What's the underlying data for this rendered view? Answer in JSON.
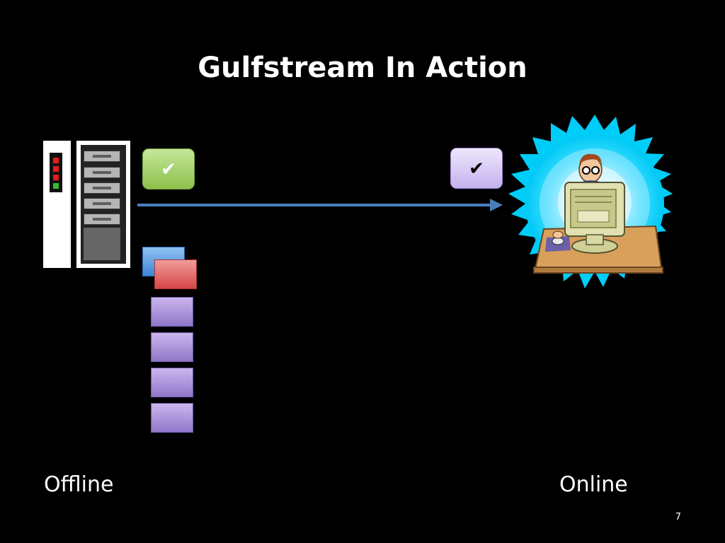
{
  "slide": {
    "title": "Gulfstream In Action",
    "offline_label": "Offline",
    "online_label": "Online",
    "page_number": "7"
  },
  "left_button": {
    "label": "✔",
    "color": "#8cc04b",
    "icon": "check-icon"
  },
  "right_button": {
    "label": "✔",
    "color": "#c5b2ee",
    "icon": "check-icon"
  },
  "arrow": {
    "color": "#4a7ebb",
    "direction": "right"
  },
  "server": {
    "icon": "server-icon",
    "led_colors": [
      "#e31c1c",
      "#e31c1c",
      "#e31c1c",
      "#2fbf2f"
    ]
  },
  "stack": {
    "colors": {
      "blue": "#3f84d8",
      "red": "#d64646",
      "violet": "#9077c9"
    },
    "violet_block_count": 4
  },
  "user": {
    "icon": "user-at-computer-icon",
    "glow_color": "#00d8ff"
  }
}
